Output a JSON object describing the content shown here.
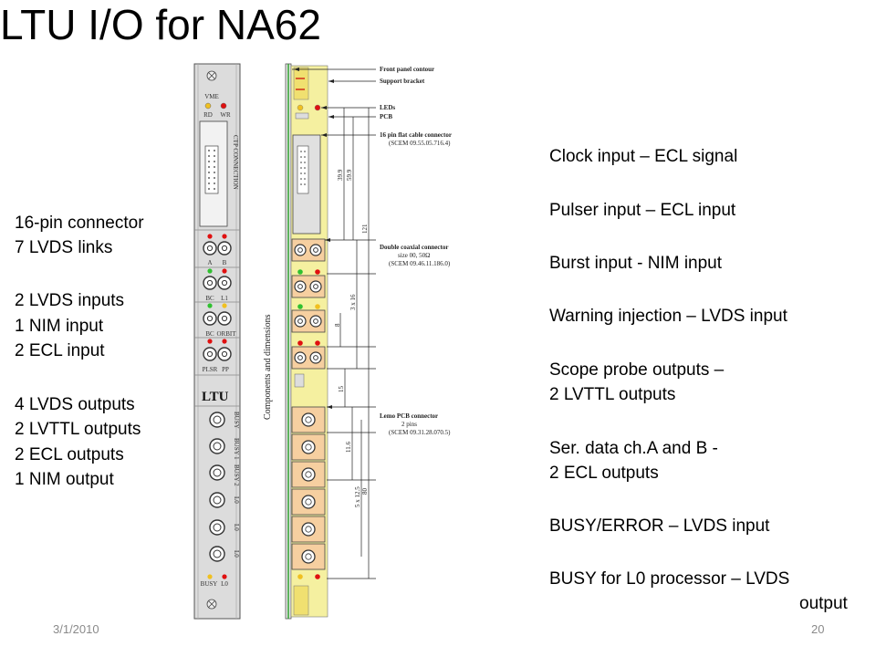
{
  "title": "LTU I/O for NA62",
  "left_panel": {
    "lines": [
      "16-pin connector",
      "7 LVDS links",
      "2 LVDS inputs",
      "1 NIM input",
      "2 ECL input",
      "4 LVDS outputs",
      "2 LVTTL outputs",
      "2 ECL outputs",
      "1 NIM output"
    ]
  },
  "right_panel": {
    "lines": [
      "Clock input – ECL signal",
      "Pulser input – ECL input",
      "Burst input - NIM input",
      "Warning injection – LVDS input",
      "Scope probe outputs –",
      "2 LVTTL outputs",
      "Ser. data ch.A and B -",
      "2 ECL outputs",
      "BUSY/ERROR – LVDS input",
      "BUSY for L0 processor – LVDS",
      "output"
    ]
  },
  "front_panel": {
    "header": "VME",
    "led_labels": [
      "RD",
      "WR"
    ],
    "connector_label": "CTP CONNECTION",
    "coax_rows": [
      {
        "left": "A",
        "right": "B"
      },
      {
        "left": "BC",
        "right": "L1"
      },
      {
        "left": "BC",
        "right": "ORBIT"
      },
      {
        "left": "PLSR",
        "right": "PP"
      }
    ],
    "module_name": "LTU",
    "lemo_labels": [
      "BUSY",
      "BUSY 1",
      "BUSY 2",
      "L0",
      "L0",
      "L0"
    ],
    "bottom_leds": [
      "BUSY",
      "L0"
    ]
  },
  "side_view": {
    "vertical_label": "Components and dimensions",
    "annotations": {
      "front_panel_contour": "Front panel contour",
      "support_bracket": "Support bracket",
      "leds": "LEDs",
      "pcb": "PCB",
      "flat_cable_1": "16 pin flat cable connector",
      "flat_cable_2": "(SCEM 09.55.05.716.4)",
      "coax_1": "Double coaxial connector",
      "coax_2": "size 00, 50Ω",
      "coax_3": "(SCEM 09.46.11.186.0)",
      "lemo_1": "Lemo PCB connector",
      "lemo_2": "2 pins",
      "lemo_3": "(SCEM 09.31.28.070.5)"
    },
    "dimensions": [
      "39.9",
      "59.9",
      "121",
      "3 x 16",
      "8",
      "15",
      "11.6",
      "5 x 12.5",
      "80"
    ]
  },
  "footer": {
    "date": "3/1/2010",
    "page": "20"
  },
  "colors": {
    "panel": "#dcdcdc",
    "side_strip": "#f5f0a0",
    "lemo_box": "#f6cfa0",
    "led_red": "#e01010",
    "led_yellow": "#f0c020",
    "led_green": "#30c030"
  }
}
